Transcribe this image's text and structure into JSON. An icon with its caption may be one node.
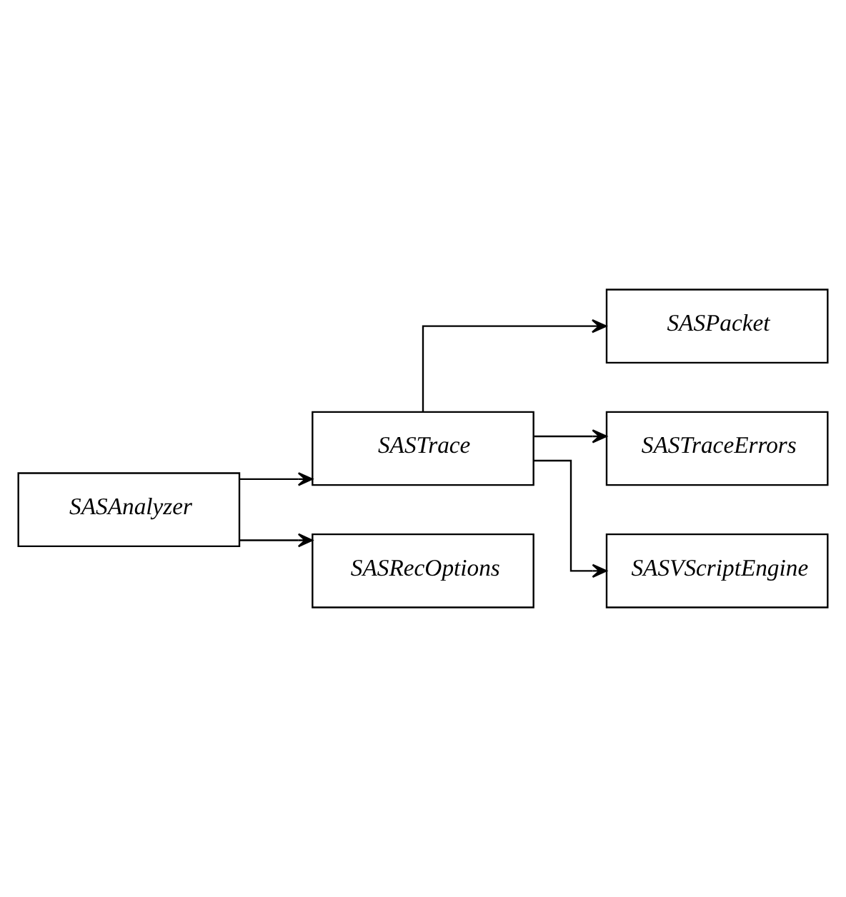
{
  "diagram": {
    "nodes": [
      {
        "text": [
          "SASAnalyzer"
        ]
      },
      {
        "text": [
          "SASTrace"
        ]
      },
      {
        "text": [
          "SASPacket"
        ]
      },
      {
        "text": [
          "SASTraceErrors"
        ]
      },
      {
        "text": [
          "SASVScriptEngine"
        ]
      },
      {
        "text": [
          "SASRecOptions"
        ]
      }
    ],
    "edges": [
      {
        "from": 0,
        "to": 1,
        "arrow": "to"
      },
      {
        "from": 1,
        "to": 2,
        "arrow": "to"
      },
      {
        "from": 1,
        "to": 3,
        "arrow": "to"
      },
      {
        "from": 1,
        "to": 4,
        "arrow": "to"
      },
      {
        "from": 0,
        "to": 5,
        "arrow": "to"
      }
    ]
  }
}
